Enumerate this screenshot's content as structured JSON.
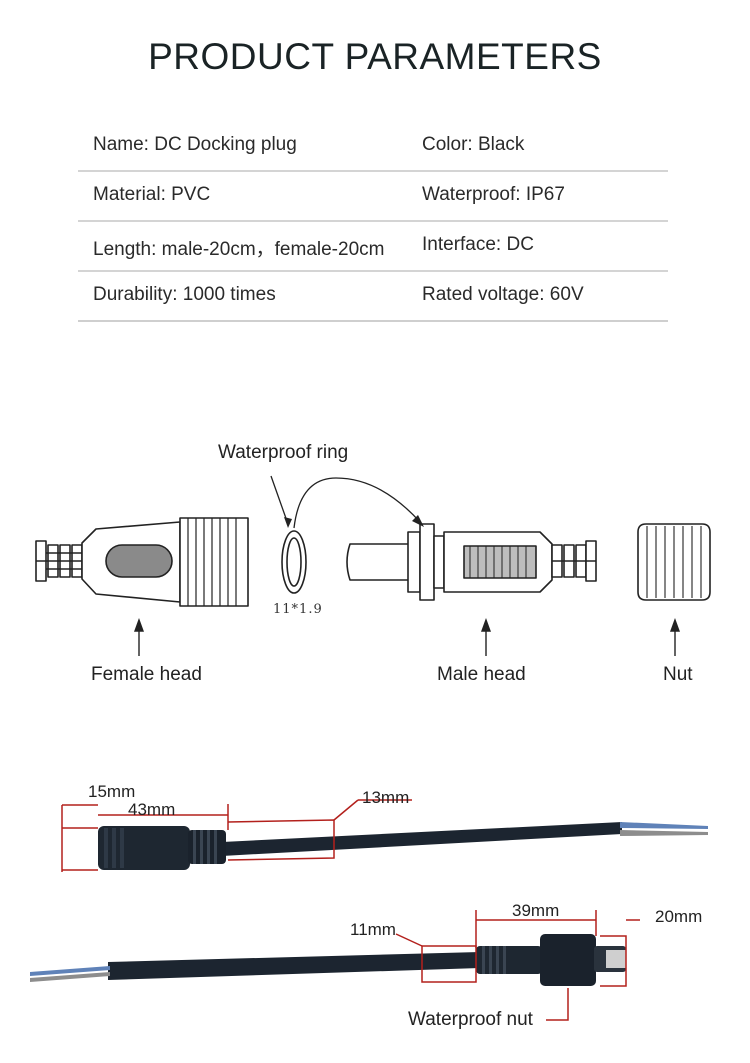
{
  "title": "PRODUCT PARAMETERS",
  "params": [
    [
      "Name: DC Docking plug",
      "Color: Black"
    ],
    [
      "Material: PVC",
      "Waterproof: IP67"
    ],
    [
      "Length: male-20cm，female-20cm",
      "Interface: DC"
    ],
    [
      "Durability: 1000 times",
      "Rated voltage: 60V"
    ]
  ],
  "diagram": {
    "waterproof_ring": "Waterproof ring",
    "ring_spec": "11*1.9",
    "female_head": "Female head",
    "male_head": "Male head",
    "nut": "Nut"
  },
  "dimensions": {
    "d15": "15mm",
    "d43": "43mm",
    "d13": "13mm",
    "d11": "11mm",
    "d39": "39mm",
    "d20": "20mm",
    "waterproof_nut": "Waterproof nut"
  }
}
